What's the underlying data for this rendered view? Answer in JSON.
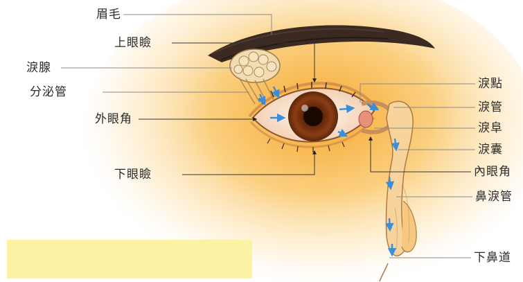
{
  "diagram": {
    "labels": {
      "eyebrow": "眉毛",
      "upper_eyelid": "上眼瞼",
      "lacrimal_gland": "淚腺",
      "excretory_ducts": "分泌管",
      "lateral_canthus": "外眼角",
      "lower_eyelid": "下眼瞼",
      "lacrimal_punctum": "淚點",
      "lacrimal_canaliculus": "淚管",
      "lacrimal_caruncle": "淚阜",
      "lacrimal_sac": "淚囊",
      "medial_canthus": "內眼角",
      "nasolacrimal_duct": "鼻淚管",
      "inferior_meatus": "下鼻道"
    },
    "colors": {
      "skin_glow": "#f7a928",
      "iris": "#8a3a12",
      "tear_arrows": "#3b8fd8",
      "highlight_box": "#fbf2a4"
    }
  }
}
